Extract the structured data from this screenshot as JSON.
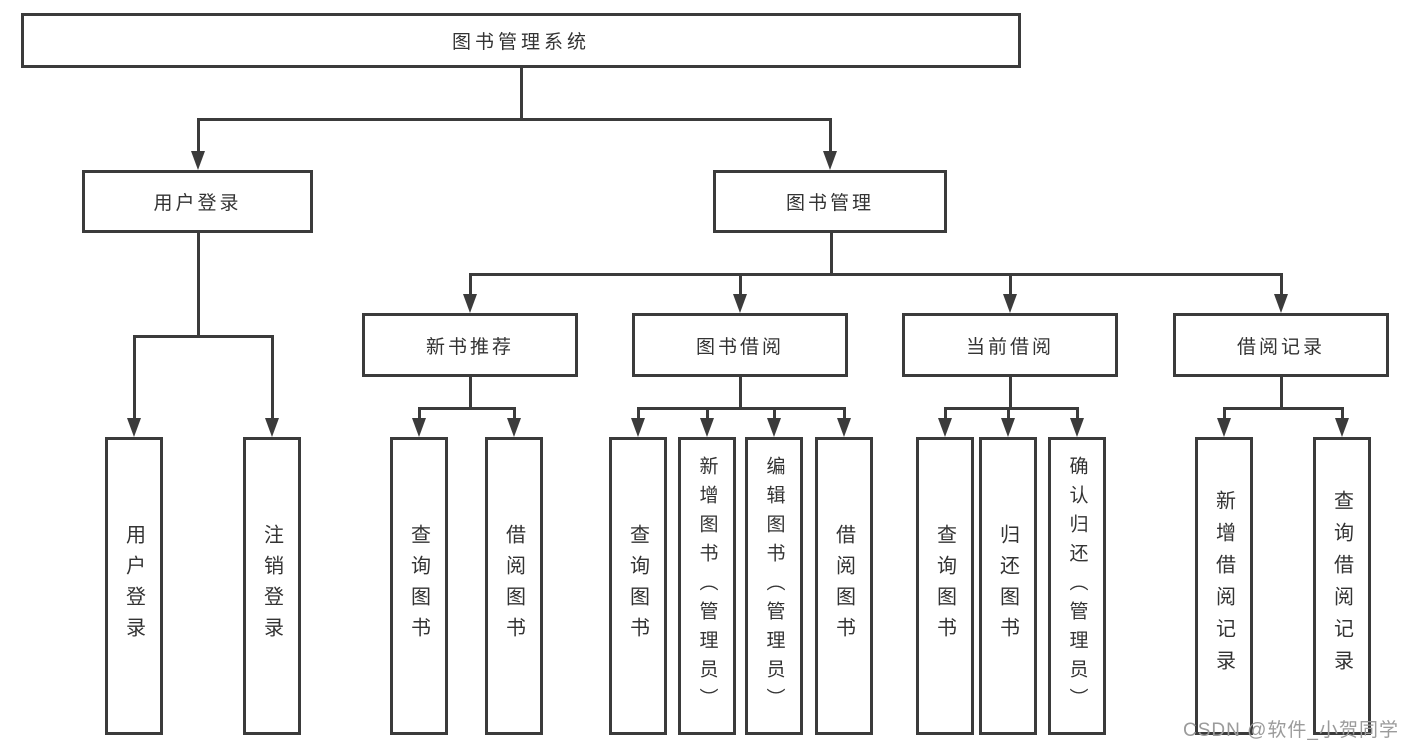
{
  "diagram": {
    "title_node": {
      "label": "图书管理系统"
    },
    "level2": [
      {
        "label": "用户登录",
        "parent": "图书管理系统"
      },
      {
        "label": "图书管理",
        "parent": "图书管理系统"
      }
    ],
    "level3": [
      {
        "label": "新书推荐",
        "parent": "图书管理"
      },
      {
        "label": "图书借阅",
        "parent": "图书管理"
      },
      {
        "label": "当前借阅",
        "parent": "图书管理"
      },
      {
        "label": "借阅记录",
        "parent": "图书管理"
      }
    ],
    "leaves": [
      {
        "label": "用户登录",
        "parent": "用户登录"
      },
      {
        "label": "注销登录",
        "parent": "用户登录"
      },
      {
        "label": "查询图书",
        "parent": "新书推荐"
      },
      {
        "label": "借阅图书",
        "parent": "新书推荐"
      },
      {
        "label": "查询图书",
        "parent": "图书借阅"
      },
      {
        "label": "新增图书（管理员）",
        "parent": "图书借阅"
      },
      {
        "label": "编辑图书（管理员）",
        "parent": "图书借阅"
      },
      {
        "label": "借阅图书",
        "parent": "图书借阅"
      },
      {
        "label": "查询图书",
        "parent": "当前借阅"
      },
      {
        "label": "归还图书",
        "parent": "当前借阅"
      },
      {
        "label": "确认归还（管理员）",
        "parent": "当前借阅"
      },
      {
        "label": "新增借阅记录",
        "parent": "借阅记录"
      },
      {
        "label": "查询借阅记录",
        "parent": "借阅记录"
      }
    ],
    "watermark": "CSDN @软件_小贺同学",
    "colors": {
      "line": "#3b3b3b",
      "box_border": "#3b3b3b",
      "box_fill": "#ffffff",
      "text": "#333333",
      "watermark": "#9b9b9b"
    }
  }
}
